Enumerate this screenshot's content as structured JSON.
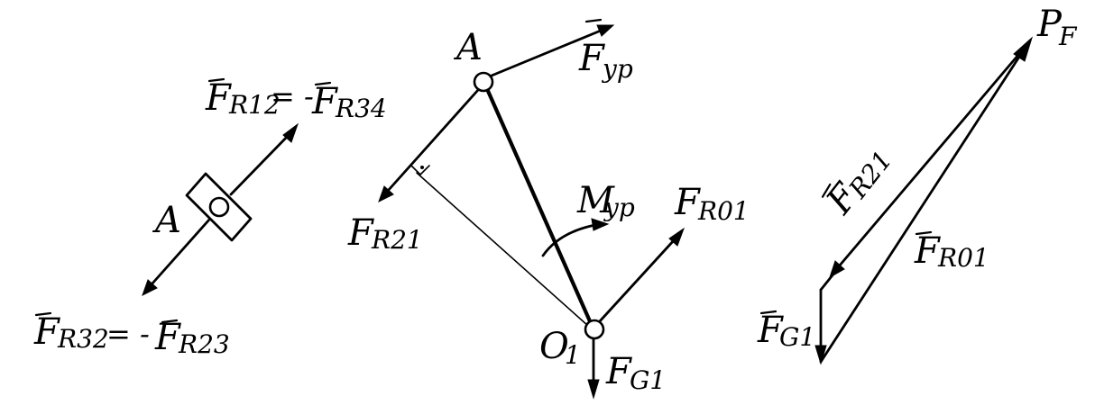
{
  "labels": {
    "slider_point": "A",
    "slider_force_top": "F",
    "slider_force_top_sub": "R12",
    "slider_force_top_eq": "= -",
    "slider_force_top_rhs": "F",
    "slider_force_top_rhs_sub": "R34",
    "slider_force_bottom": "F",
    "slider_force_bottom_sub": "R32",
    "slider_force_bottom_eq": "= -",
    "slider_force_bottom_rhs": "F",
    "slider_force_bottom_rhs_sub": "R23",
    "crank_point_a": "A",
    "crank_point_o": "O",
    "crank_point_o_sub": "1",
    "balancing_force": "F",
    "balancing_force_sub": "yp",
    "reaction_r21": "F",
    "reaction_r21_sub": "R21",
    "balancing_moment": "M",
    "balancing_moment_sub": "yp",
    "reaction_r01": "F",
    "reaction_r01_sub": "R01",
    "gravity_force": "F",
    "gravity_force_sub": "G1",
    "pole": "P",
    "pole_sub": "F",
    "poly_r21": "F",
    "poly_r21_sub": "R21",
    "poly_r01": "F",
    "poly_r01_sub": "R01",
    "poly_g1": "F",
    "poly_g1_sub": "G1"
  },
  "colors": {
    "ink": "#000000",
    "paper": "#ffffff"
  }
}
